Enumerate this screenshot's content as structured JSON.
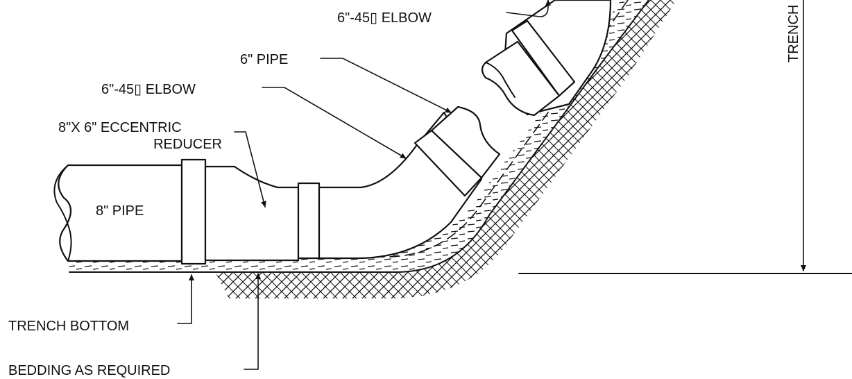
{
  "labels": {
    "upper_elbow": "6\"-45▯ ELBOW",
    "pipe_6": "6\" PIPE",
    "lower_elbow": "6\"-45▯ ELBOW",
    "reducer_line1": "8\"X 6\" ECCENTRIC",
    "reducer_line2": "REDUCER",
    "pipe_8": "8\" PIPE",
    "trench_bottom": "TRENCH BOTTOM",
    "bedding": "BEDDING AS REQUIRED",
    "trench_depth": "TRENCH"
  },
  "colors": {
    "ink": "#111111",
    "background": "#ffffff"
  }
}
